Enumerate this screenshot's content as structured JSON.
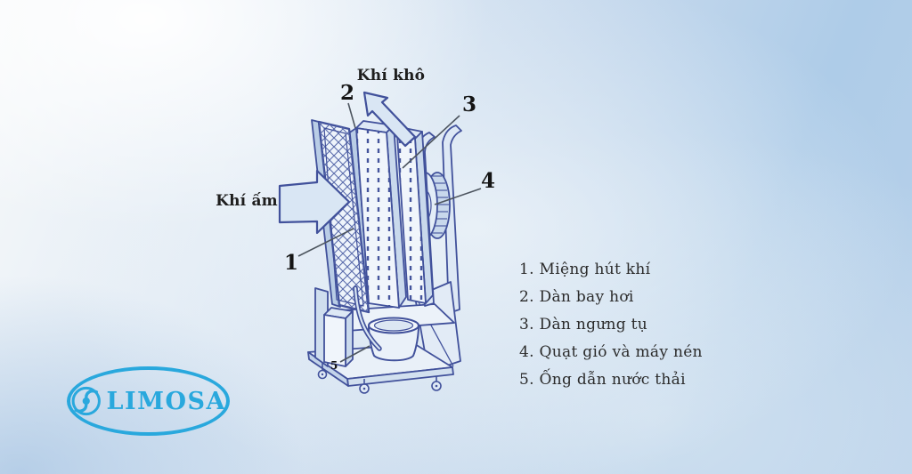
{
  "diagram": {
    "flow_labels": {
      "dry_air": "Khí khô",
      "warm_air": "Khí ấm"
    },
    "callouts": [
      "1",
      "2",
      "3",
      "4",
      "5"
    ],
    "legend": {
      "items": [
        "1. Miệng hút khí",
        "2. Dàn bay hơi",
        "3. Dàn ngưng tụ",
        "4. Quạt gió và máy nén",
        "5. Ống dẫn nước thải"
      ]
    }
  },
  "branding": {
    "logo_text": "LIMOSA"
  },
  "colors": {
    "logo_blue": "#29a8dd",
    "drawing_ink": "#41519b",
    "label_text": "#1e1e1e",
    "background_blue": "#aecce8"
  }
}
